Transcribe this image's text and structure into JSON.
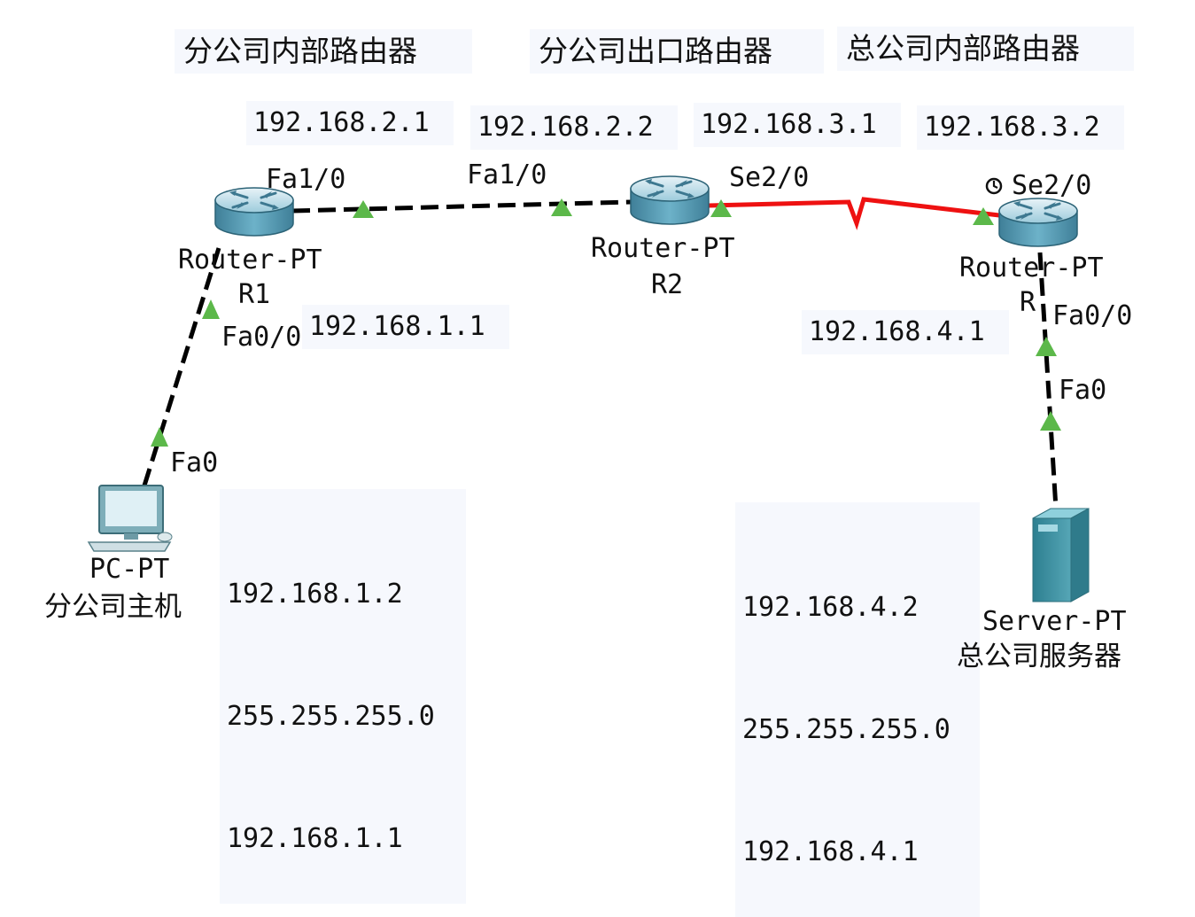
{
  "titles": {
    "branch_internal_router": "分公司内部路由器",
    "branch_exit_router": "分公司出口路由器",
    "hq_internal_router": "总公司内部路由器"
  },
  "ip_notes": {
    "r1_fa1_0": "192.168.2.1",
    "r2_fa1_0": "192.168.2.2",
    "r2_se2_0": "192.168.3.1",
    "r3_se2_0": "192.168.3.2",
    "r1_fa0_0": "192.168.1.1",
    "r3_fa0_0": "192.168.4.1"
  },
  "pc_config": {
    "ip": "192.168.1.2",
    "mask": "255.255.255.0",
    "gateway": "192.168.1.1"
  },
  "server_config": {
    "ip": "192.168.4.2",
    "mask": "255.255.255.0",
    "gateway": "192.168.4.1"
  },
  "devices": {
    "r1": {
      "type": "Router-PT",
      "name": "R1"
    },
    "r2": {
      "type": "Router-PT",
      "name": "R2"
    },
    "r3": {
      "type": "Router-PT",
      "name": "R"
    },
    "pc": {
      "type": "PC-PT",
      "name": "分公司主机"
    },
    "server": {
      "type": "Server-PT",
      "name": "总公司服务器"
    }
  },
  "ports": {
    "r1_fa1_0": "Fa1/0",
    "r2_fa1_0": "Fa1/0",
    "r2_se2_0": "Se2/0",
    "r3_se2_0": "Se2/0",
    "r1_fa0_0": "Fa0/0",
    "pc_fa0": "Fa0",
    "r3_fa0_0": "Fa0/0",
    "server_fa0": "Fa0"
  },
  "colors": {
    "ethernet_link": "#000000",
    "serial_link": "#ee1111",
    "link_up_indicator": "#5cb84a",
    "router_body": "#5b9fb8",
    "note_background": "#f6f8fd"
  },
  "icons": {
    "router": "router-icon",
    "pc": "pc-icon",
    "server": "server-icon",
    "clock": "clock-icon"
  }
}
